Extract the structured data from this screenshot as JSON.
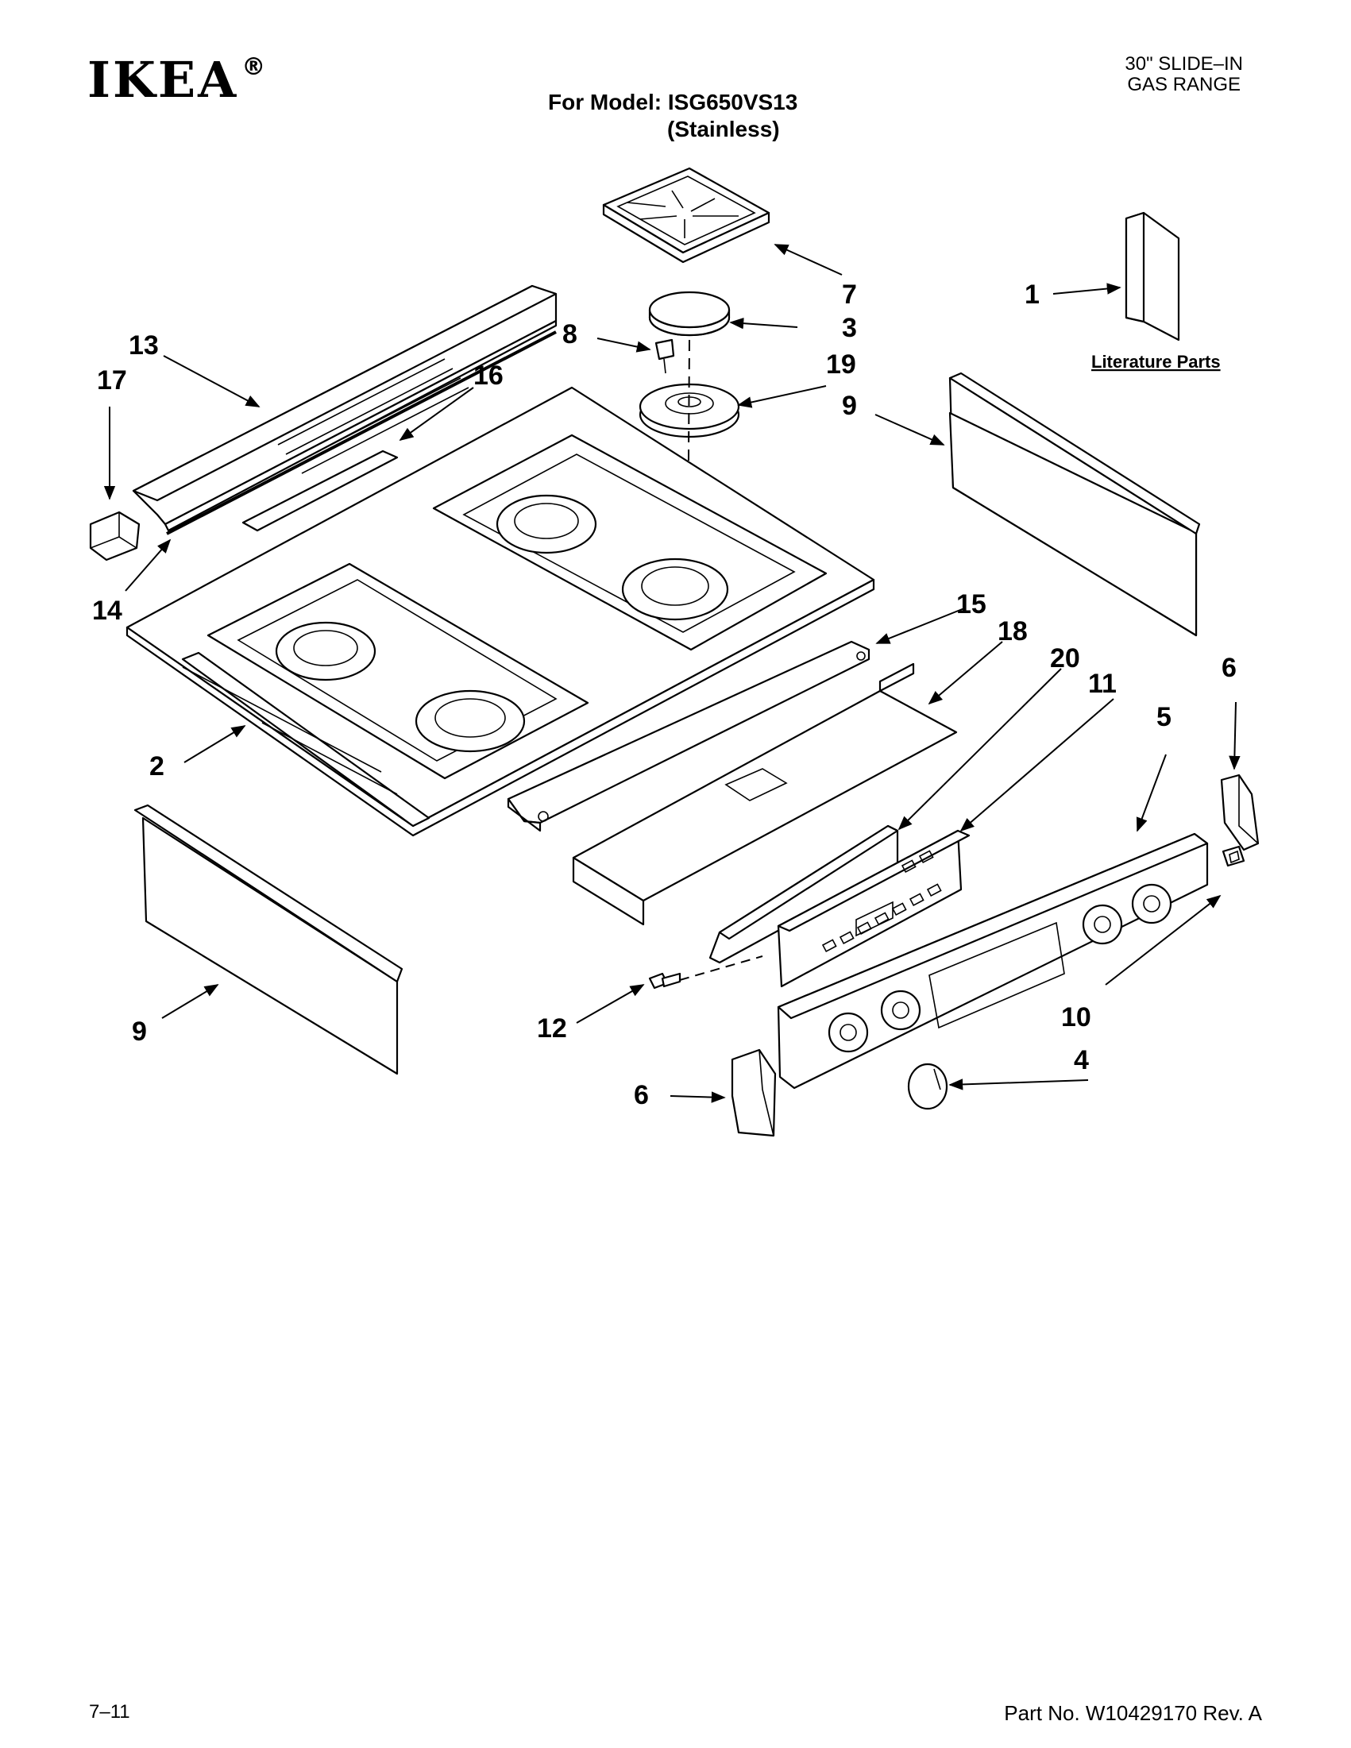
{
  "header": {
    "brand": "IKEA",
    "registered": "®",
    "product_line1": "30\" SLIDE–IN",
    "product_line2": "GAS RANGE",
    "model_line": "For Model: ISG650VS13",
    "finish_line": "(Stainless)"
  },
  "callouts": {
    "c1": "1",
    "c2": "2",
    "c3": "3",
    "c4": "4",
    "c5": "5",
    "c6a": "6",
    "c6b": "6",
    "c7": "7",
    "c8": "8",
    "c9a": "9",
    "c9b": "9",
    "c10": "10",
    "c11": "11",
    "c12": "12",
    "c13": "13",
    "c14": "14",
    "c15": "15",
    "c16": "16",
    "c17": "17",
    "c18": "18",
    "c19": "19",
    "c20": "20"
  },
  "literature_label": "Literature Parts",
  "footer": {
    "date_code": "7–11",
    "part_number": "Part No. W10429170 Rev. A"
  }
}
